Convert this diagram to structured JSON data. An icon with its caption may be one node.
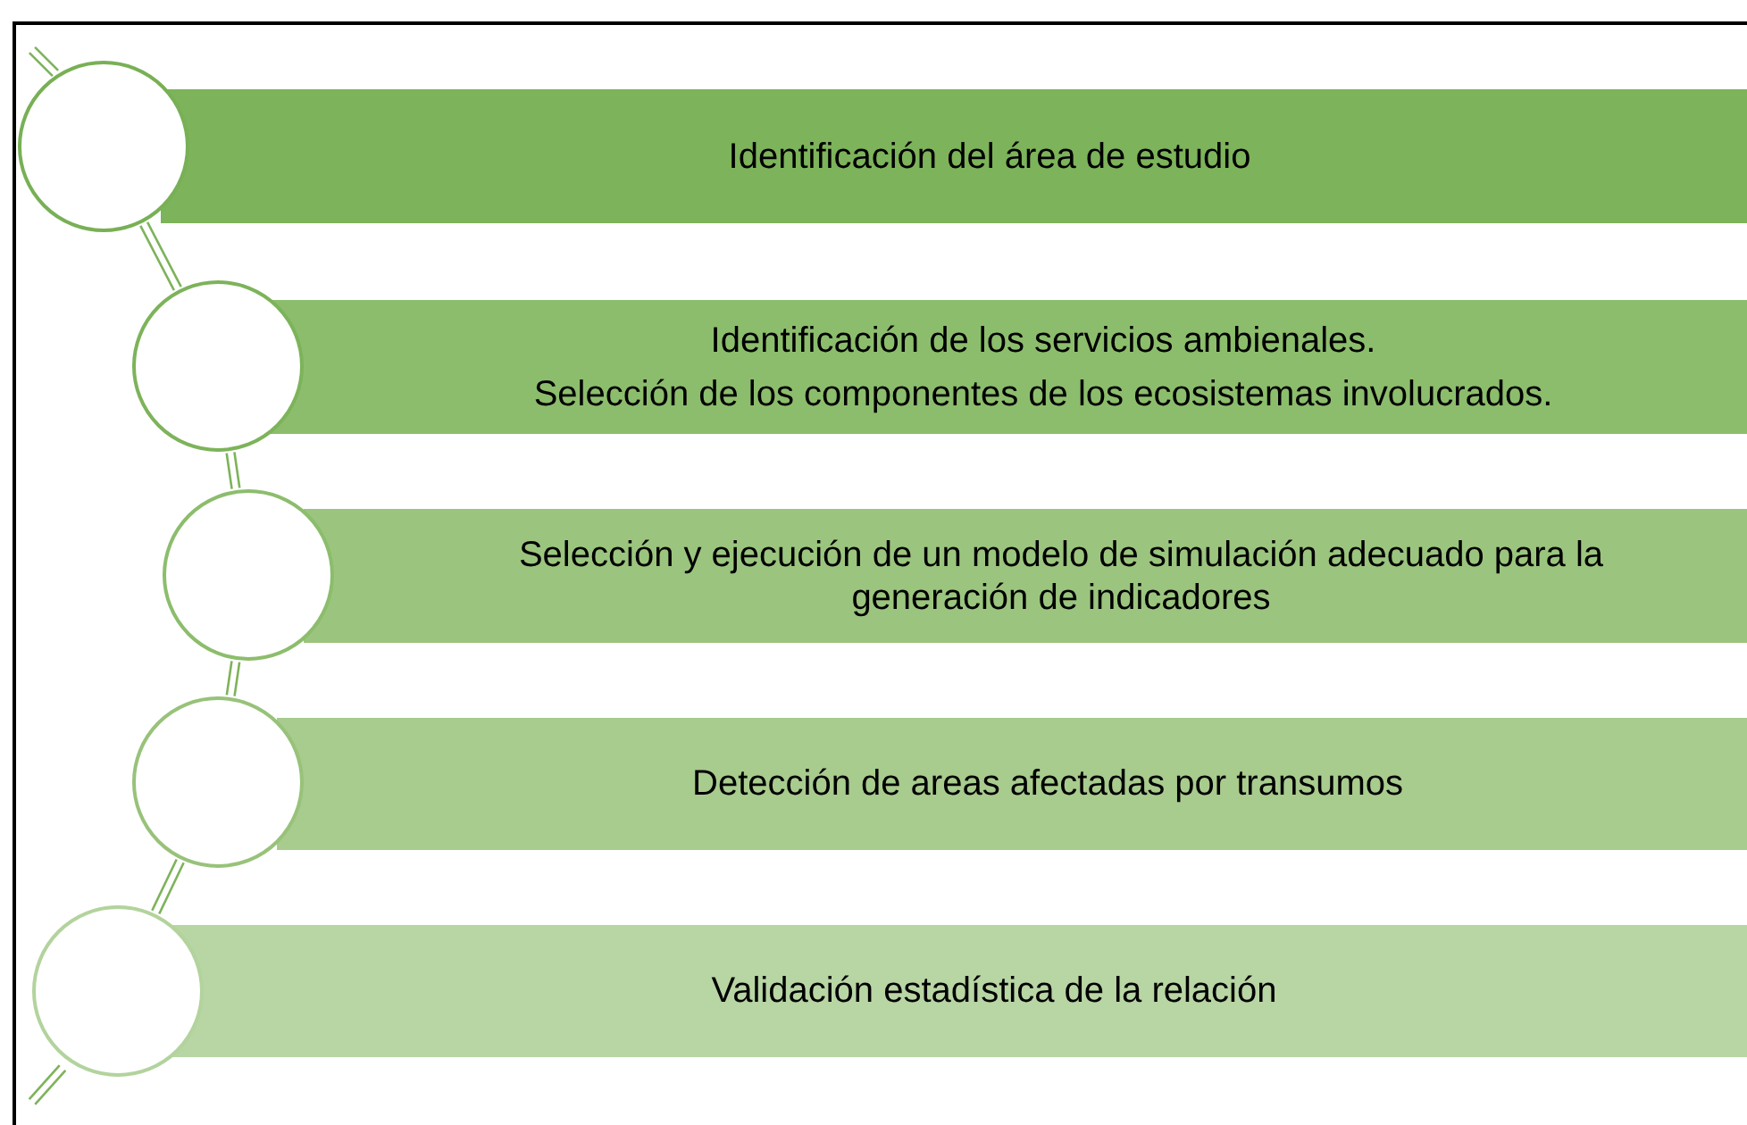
{
  "diagram": {
    "nodes": [
      {
        "text": [],
        "shape": "circle"
      },
      {
        "text": [
          "Identificación del área de estudio"
        ]
      },
      {
        "text": [],
        "shape": "circle"
      },
      {
        "text": [
          "Identificación de los servicios ambienales.",
          "Selección de los componentes de los ecosistemas involucrados."
        ]
      },
      {
        "text": [],
        "shape": "circle"
      },
      {
        "text": [
          "Selección y ejecución de un modelo de simulación adecuado para la generación de indicadores"
        ]
      },
      {
        "text": [],
        "shape": "circle"
      },
      {
        "text": [
          "Detección de areas afectadas por transumos"
        ]
      },
      {
        "text": [],
        "shape": "circle"
      },
      {
        "text": [
          "Validación estadística de la relación"
        ]
      }
    ],
    "edges": [
      {
        "from": 0,
        "to": 2,
        "arrow": "none"
      },
      {
        "from": 2,
        "to": 4,
        "arrow": "none"
      },
      {
        "from": 4,
        "to": 6,
        "arrow": "none"
      },
      {
        "from": 6,
        "to": 8,
        "arrow": "none"
      }
    ]
  }
}
